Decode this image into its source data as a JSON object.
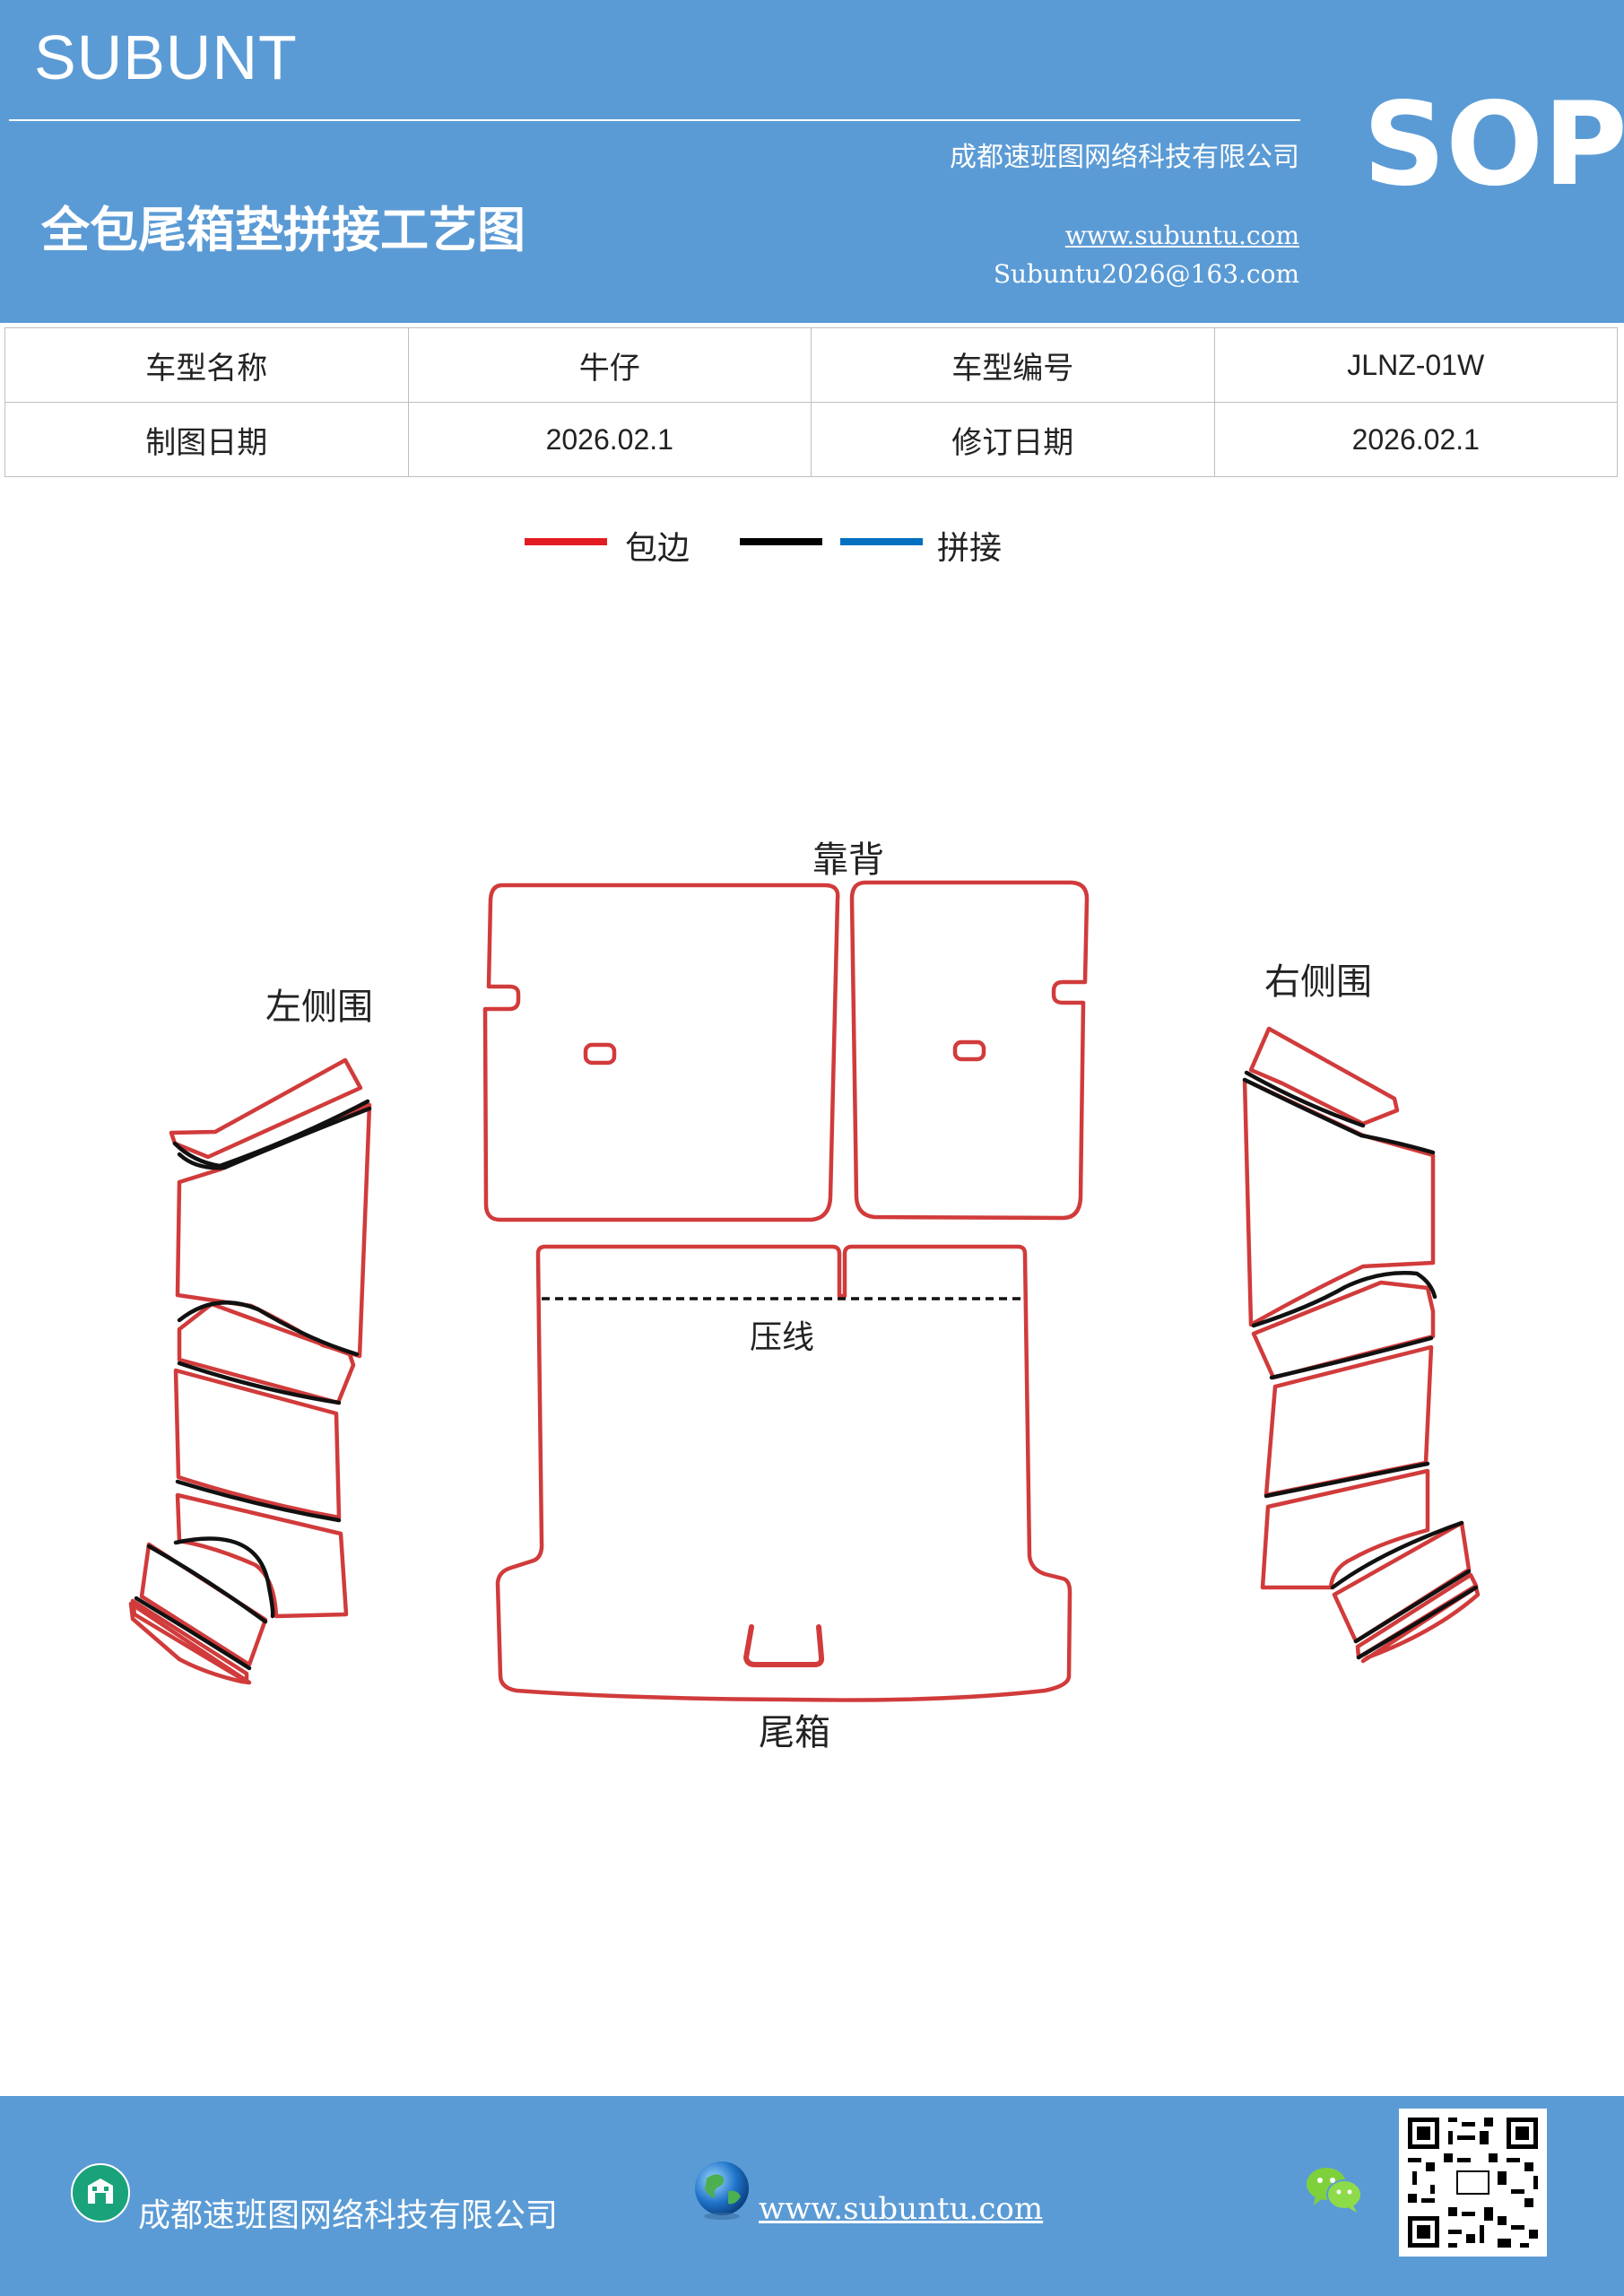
{
  "header": {
    "brand": "SUBUNT",
    "company": "成都速班图网络科技有限公司",
    "title": "全包尾箱垫拼接工艺图",
    "website": "www.subuntu.com",
    "email": "Subuntu2026@163.com",
    "badge": "SOP"
  },
  "info_table": {
    "rows": [
      [
        "车型名称",
        "牛仔",
        "车型编号",
        "JLNZ-01W"
      ],
      [
        "制图日期",
        "2026.02.1",
        "修订日期",
        "2026.02.1"
      ]
    ]
  },
  "legend": {
    "items": [
      {
        "label": "包边",
        "color": "#e31b23"
      },
      {
        "label": "",
        "color": "#000000"
      },
      {
        "label": "拼接",
        "color": "#0070c0"
      }
    ]
  },
  "diagram": {
    "labels": {
      "backrest": "靠背",
      "left_side": "左侧围",
      "right_side": "右侧围",
      "press_line": "压线",
      "trunk": "尾箱"
    },
    "edge_color": "#d13b3b",
    "seam_color": "#111111"
  },
  "footer": {
    "company": "成都速班图网络科技有限公司",
    "website": "www.subuntu.com"
  },
  "icons": [
    "building-icon",
    "globe-icon",
    "wechat-icon",
    "qr-code"
  ]
}
